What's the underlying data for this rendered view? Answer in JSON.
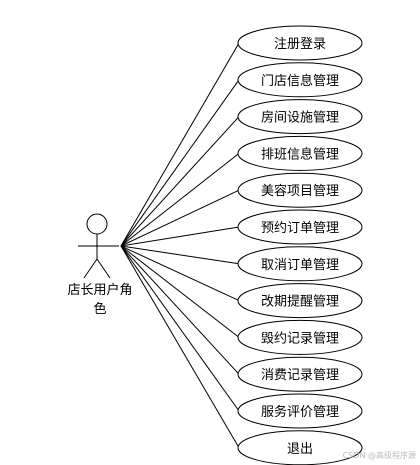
{
  "actor": {
    "label_line1": "店长用户角",
    "label_line2": "色"
  },
  "use_cases": [
    {
      "label": "注册登录"
    },
    {
      "label": "门店信息管理"
    },
    {
      "label": "房间设施管理"
    },
    {
      "label": "排班信息管理"
    },
    {
      "label": "美容项目管理"
    },
    {
      "label": "预约订单管理"
    },
    {
      "label": "取消订单管理"
    },
    {
      "label": "改期提醒管理"
    },
    {
      "label": "毁约记录管理"
    },
    {
      "label": "消费记录管理"
    },
    {
      "label": "服务评价管理"
    },
    {
      "label": "退出"
    }
  ],
  "watermark": "CSDN @高级程序源"
}
